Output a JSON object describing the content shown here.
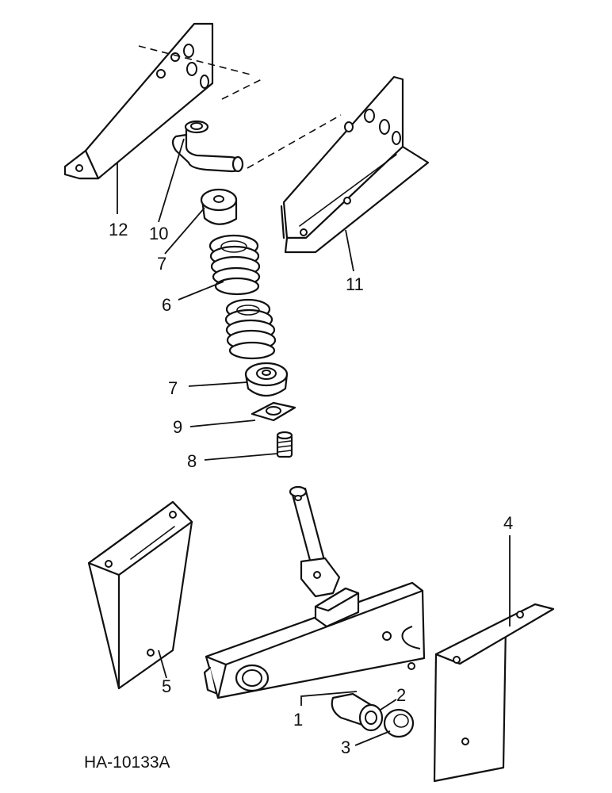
{
  "figure_id": "HA-10133A",
  "callouts": {
    "c1": "1",
    "c2": "2",
    "c3": "3",
    "c4": "4",
    "c5": "5",
    "c6": "6",
    "c7a": "7",
    "c7b": "7",
    "c8": "8",
    "c9": "9",
    "c10": "10",
    "c11": "11",
    "c12": "12"
  }
}
